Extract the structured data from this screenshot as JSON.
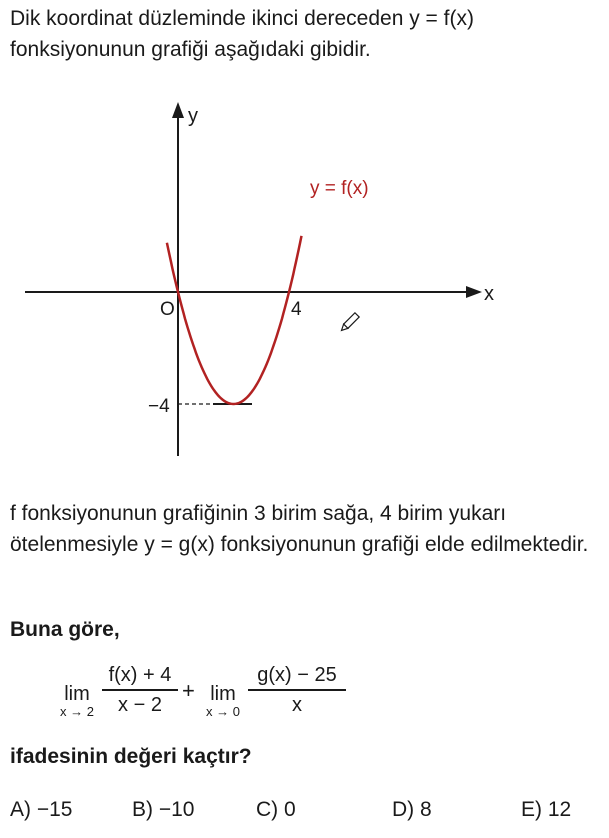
{
  "problem": {
    "intro": "Dik koordinat düzleminde ikinci dereceden y = f(x) fonksiyonunun grafiği aşağıdaki gibidir.",
    "shift_text": "f fonksiyonunun grafiğinin 3 birim sağa, 4 birim yukarı ötelenmesiyle y = g(x) fonksiyonunun grafiği elde edilmektedir.",
    "heading": "Buna göre,",
    "question": "ifadesinin değeri kaçtır?"
  },
  "graph": {
    "y_axis_label": "y",
    "x_axis_label": "x",
    "origin_label": "O",
    "x_tick_label": "4",
    "y_tick_label": "−4",
    "curve_label": "y = f(x)",
    "curve_color": "#b22222",
    "vertex": [
      2,
      -4
    ],
    "roots": [
      0,
      4
    ],
    "icons": [
      "pencil-cursor-icon"
    ]
  },
  "expression": {
    "term1": {
      "lim": "lim",
      "sub": "x → 2",
      "numerator": "f(x) + 4",
      "denominator": "x − 2"
    },
    "operator": "+",
    "term2": {
      "lim": "lim",
      "sub": "x → 0",
      "numerator": "g(x) − 25",
      "denominator": "x"
    }
  },
  "choices": [
    {
      "letter": "A)",
      "value": "−15"
    },
    {
      "letter": "B)",
      "value": "−10"
    },
    {
      "letter": "C)",
      "value": "0"
    },
    {
      "letter": "D)",
      "value": "8"
    },
    {
      "letter": "E)",
      "value": "12"
    }
  ]
}
